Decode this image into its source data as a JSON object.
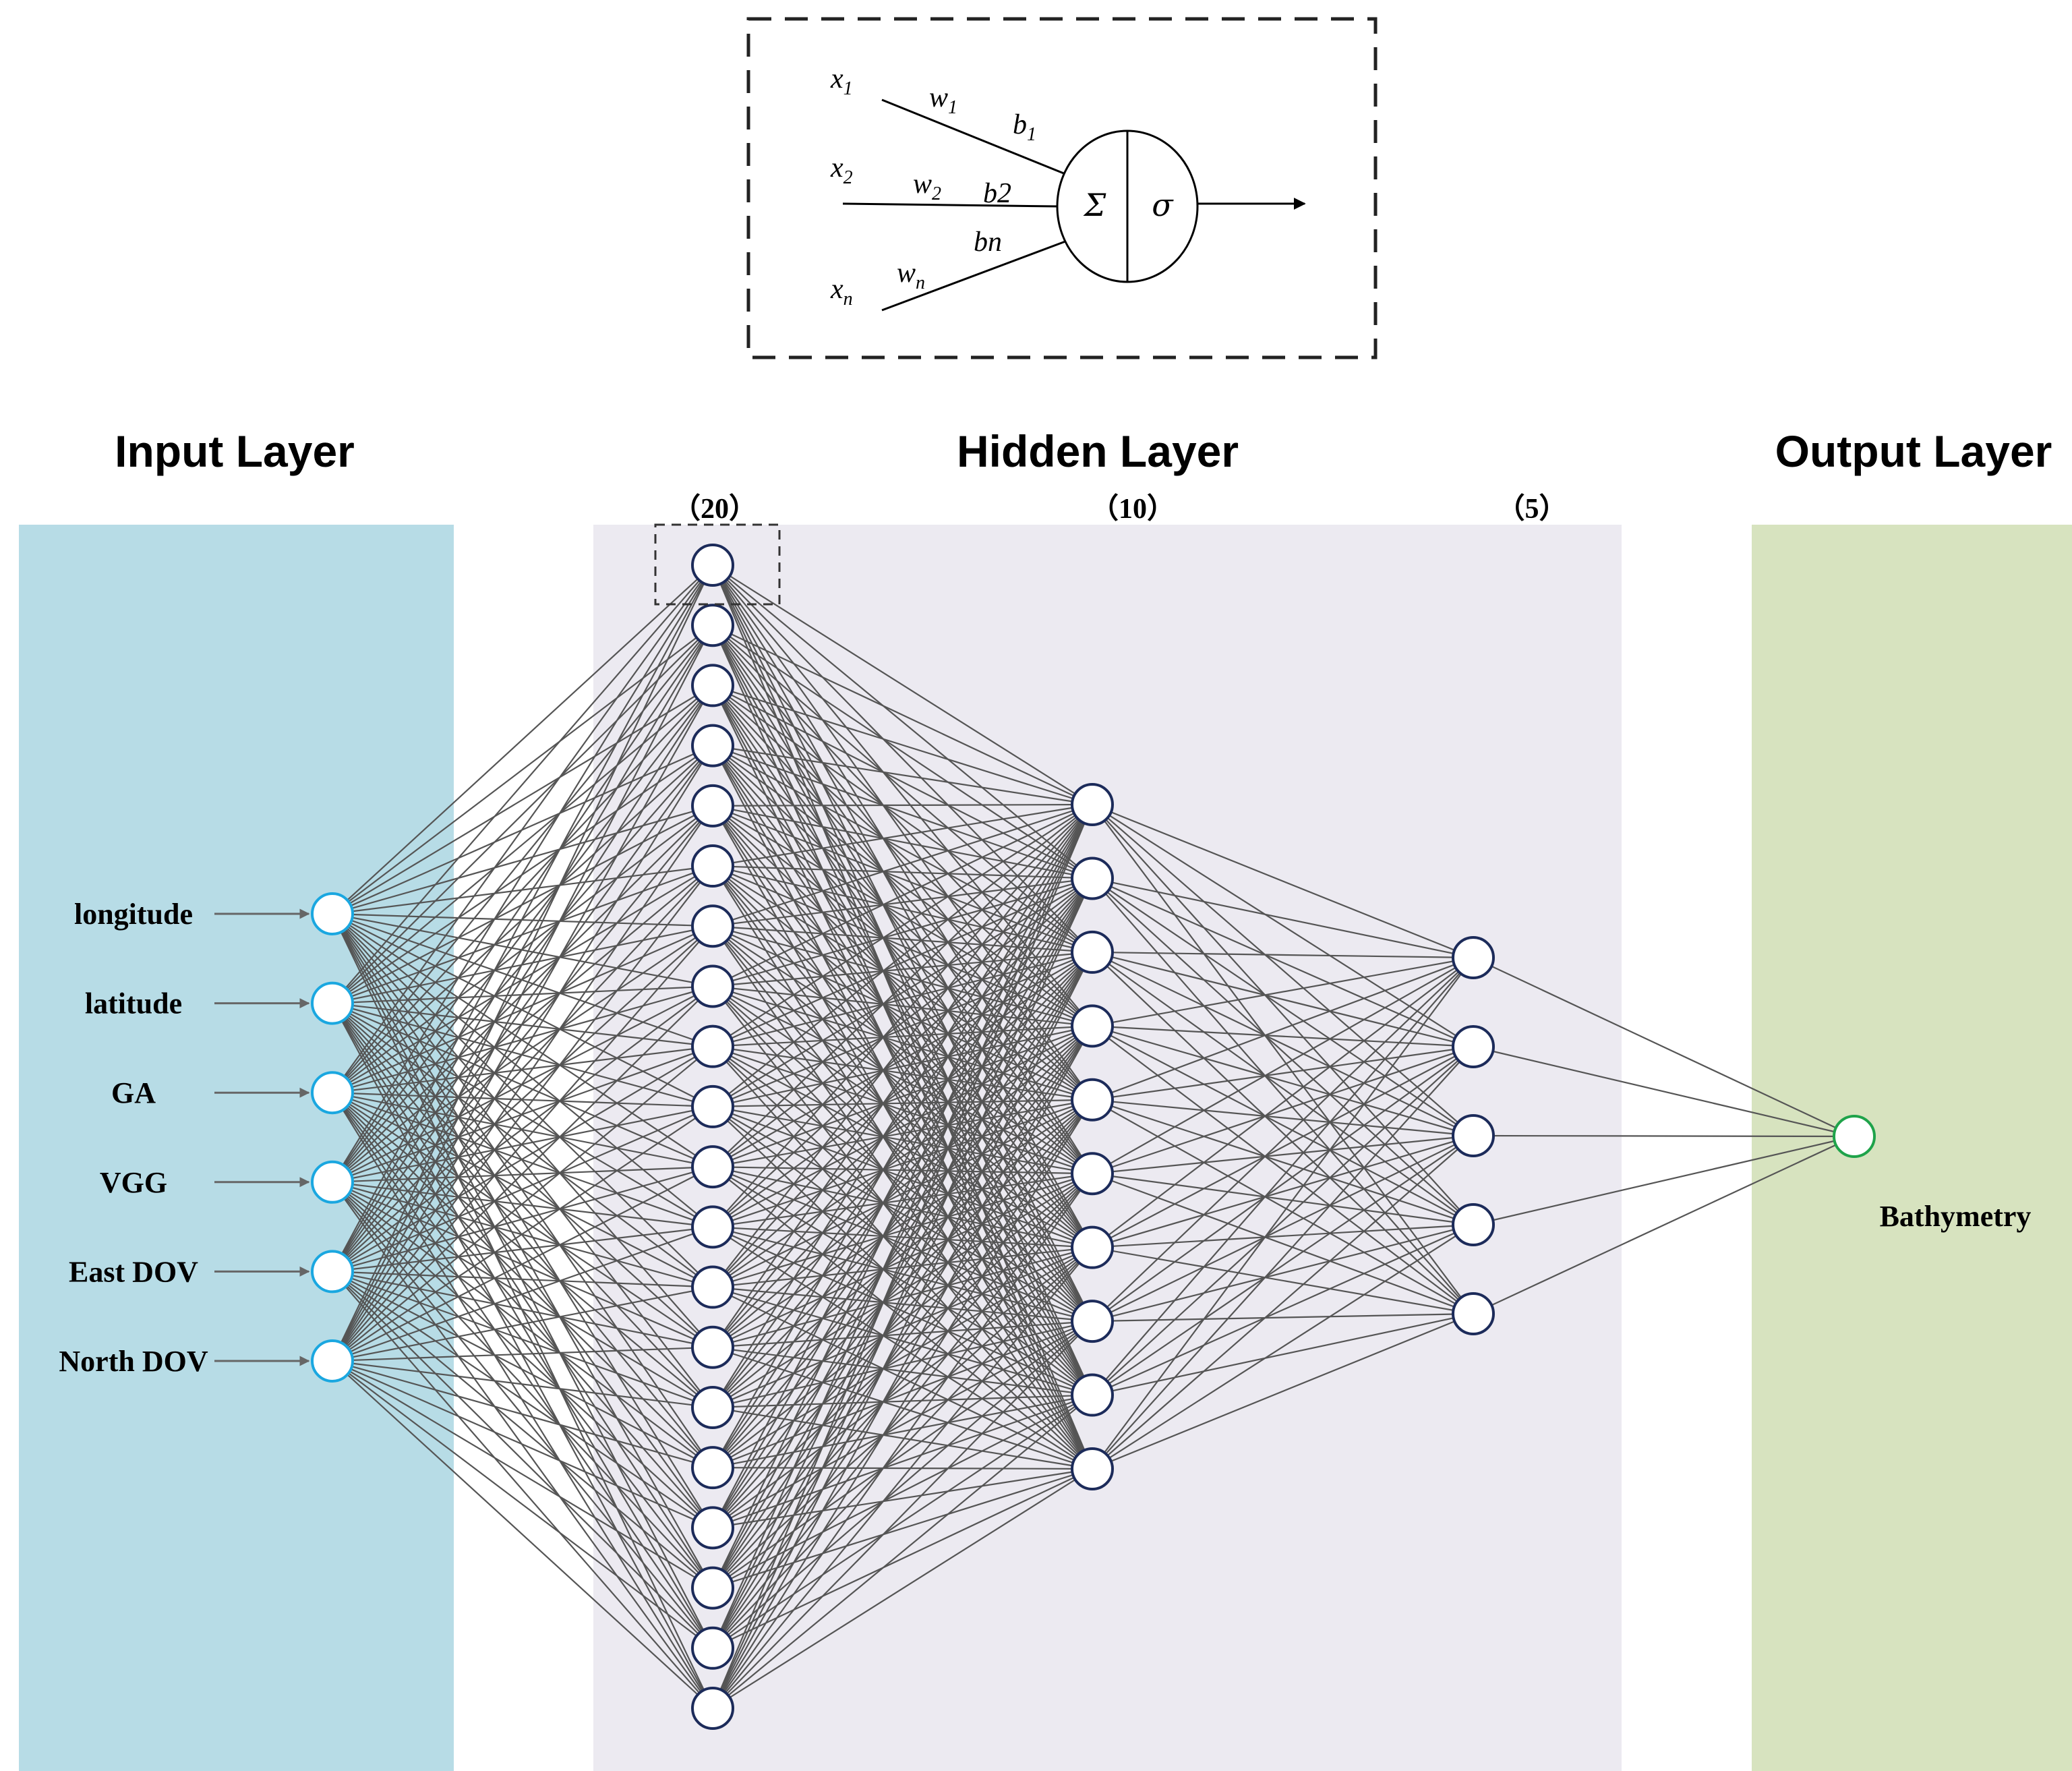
{
  "layer_titles": {
    "input": "Input Layer",
    "hidden": "Hidden Layer",
    "output": "Output Layer"
  },
  "hidden_counts": [
    "（20）",
    "（10）",
    "（5）"
  ],
  "network": {
    "input_nodes": 6,
    "hidden_nodes": [
      20,
      10,
      5
    ],
    "output_nodes": 1
  },
  "input_labels": [
    "longitude",
    "latitude",
    "GA",
    "VGG",
    "East DOV",
    "North DOV"
  ],
  "output_label": "Bathymetry",
  "neuron": {
    "inputs": [
      {
        "var": "x",
        "sub": "1"
      },
      {
        "var": "x",
        "sub": "2"
      },
      {
        "var": "x",
        "sub": "n"
      }
    ],
    "weights": [
      {
        "var": "w",
        "sub": "1"
      },
      {
        "var": "w",
        "sub": "2"
      },
      {
        "var": "w",
        "sub": "n"
      }
    ],
    "biases": [
      {
        "var": "b",
        "sub": "1"
      },
      {
        "var": "b2",
        "sub": ""
      },
      {
        "var": "bn",
        "sub": ""
      }
    ],
    "sum_symbol": "Σ",
    "activation_symbol": "σ"
  },
  "colors": {
    "input_panel": "#b7dce6",
    "hidden_panel": "#eceaf1",
    "output_panel": "#d7e3bf",
    "input_node_stroke": "#1aa7e0",
    "hidden_node_stroke": "#1c2b5a",
    "output_node_stroke": "#1fa34a",
    "edge": "#555555"
  }
}
